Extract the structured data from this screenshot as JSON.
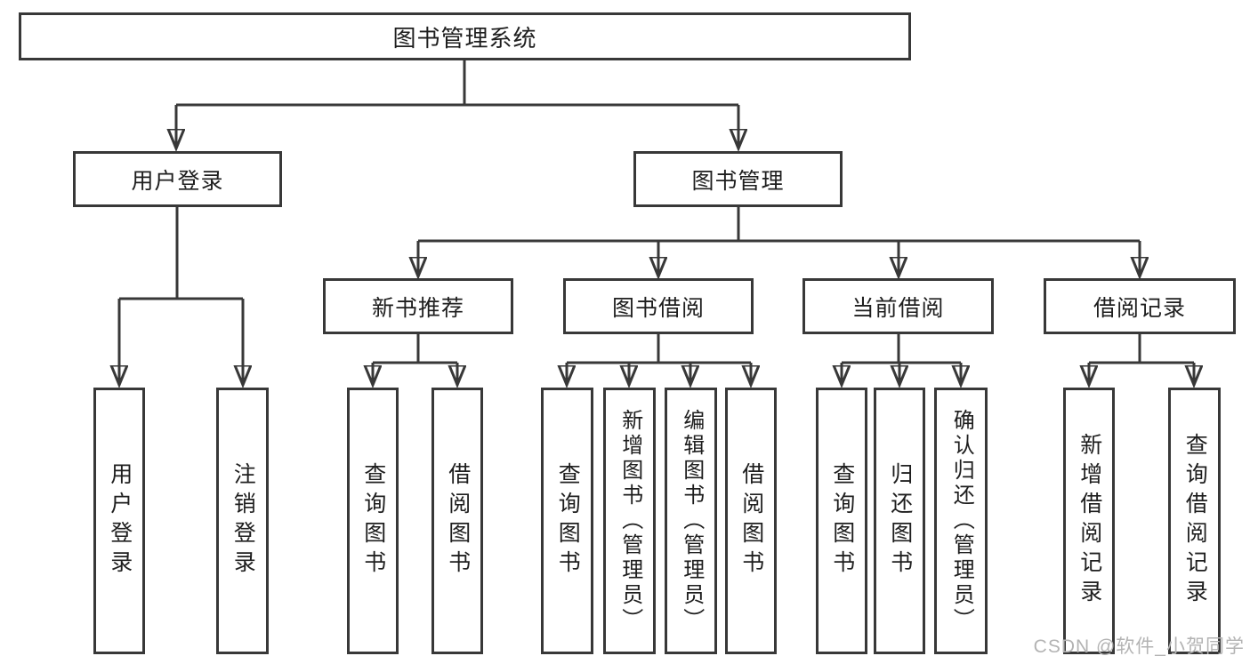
{
  "title": "图书管理系统",
  "nodes": {
    "root": {
      "label": "图书管理系统"
    },
    "user_login_branch": {
      "label": "用户登录"
    },
    "book_management": {
      "label": "图书管理"
    },
    "new_book_recommend": {
      "label": "新书推荐"
    },
    "book_borrowing": {
      "label": "图书借阅"
    },
    "current_borrowing": {
      "label": "当前借阅"
    },
    "borrowing_records": {
      "label": "借阅记录"
    },
    "user_login": {
      "label": "用户登录"
    },
    "logout": {
      "label": "注销登录"
    },
    "nb_query_books": {
      "label": "查询图书"
    },
    "nb_borrow_books": {
      "label": "借阅图书"
    },
    "bb_query_books": {
      "label": "查询图书"
    },
    "bb_add_books": {
      "label": "新增图书（管理员）"
    },
    "bb_edit_books": {
      "label": "编辑图书（管理员）"
    },
    "bb_borrow_books": {
      "label": "借阅图书"
    },
    "cb_query_books": {
      "label": "查询图书"
    },
    "cb_return_books": {
      "label": "归还图书"
    },
    "cb_confirm_return": {
      "label": "确认归还（管理员）"
    },
    "br_add_record": {
      "label": "新增借阅记录"
    },
    "br_query_record": {
      "label": "查询借阅记录"
    }
  },
  "hierarchy": {
    "图书管理系统": [
      "用户登录",
      "图书管理"
    ],
    "用户登录": [
      "用户登录",
      "注销登录"
    ],
    "图书管理": [
      "新书推荐",
      "图书借阅",
      "当前借阅",
      "借阅记录"
    ],
    "新书推荐": [
      "查询图书",
      "借阅图书"
    ],
    "图书借阅": [
      "查询图书",
      "新增图书（管理员）",
      "编辑图书（管理员）",
      "借阅图书"
    ],
    "当前借阅": [
      "查询图书",
      "归还图书",
      "确认归还（管理员）"
    ],
    "借阅记录": [
      "新增借阅记录",
      "查询借阅记录"
    ]
  },
  "watermark": {
    "text": "CSDN @软件_小贺同学"
  },
  "colors": {
    "box_border": "#383838",
    "connector_line": "#383838",
    "text": "#1e1e1e",
    "watermark_text": "#b3b3b3",
    "background": "#ffffff"
  }
}
